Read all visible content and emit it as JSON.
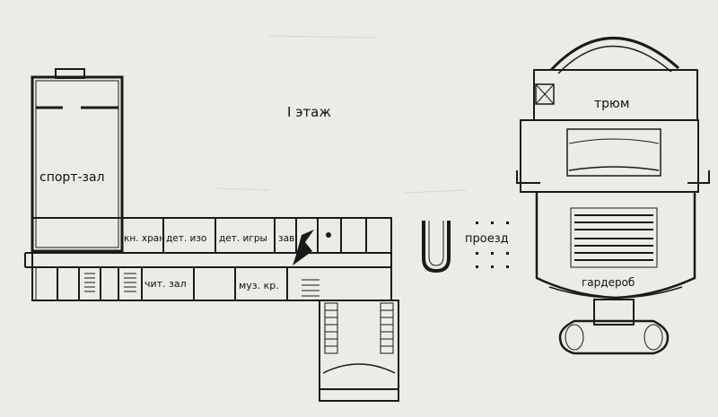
{
  "plan": {
    "floor_title": "I этаж",
    "rooms": {
      "sport_hall": "спорт-зал",
      "book_storage": "кн. хран",
      "children_art": "дет. изо",
      "children_games": "дет. игры",
      "manager": "зав",
      "reading_room": "чит. зал",
      "music_room": "муз. кр.",
      "hold": "трюм",
      "driveway": "проезд",
      "cloakroom": "гардероб"
    }
  },
  "colors": {
    "paper": "#ecebe6",
    "ink": "#1a1a1a"
  }
}
